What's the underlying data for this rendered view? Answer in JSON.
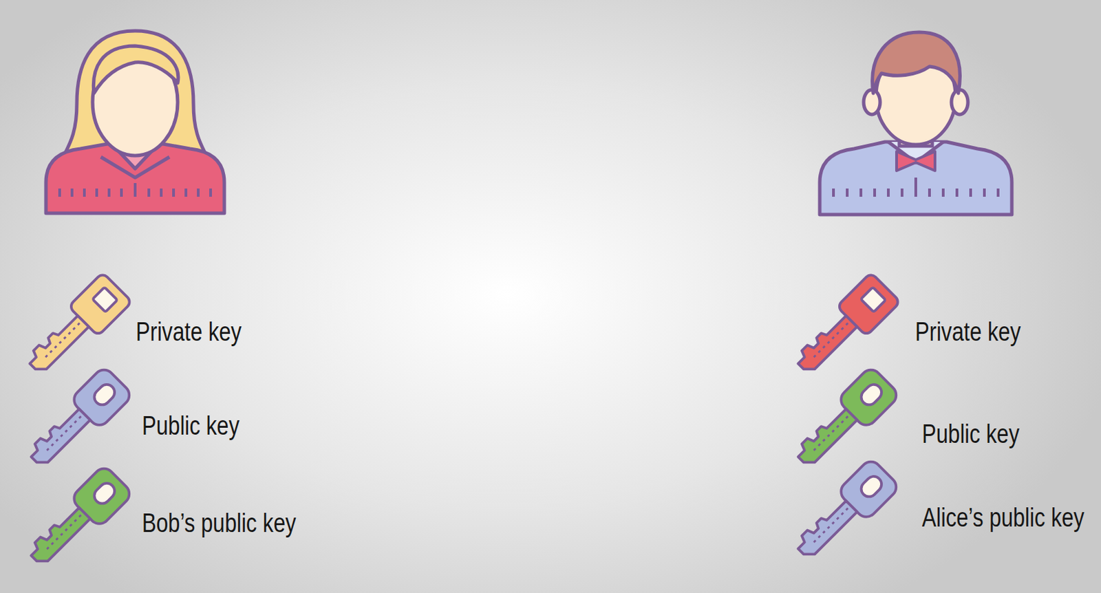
{
  "diagram": {
    "labels": [
      "Private key",
      "Public key",
      "Bob’s public key",
      "Private key",
      "Public key",
      "Alice’s public key"
    ]
  }
}
